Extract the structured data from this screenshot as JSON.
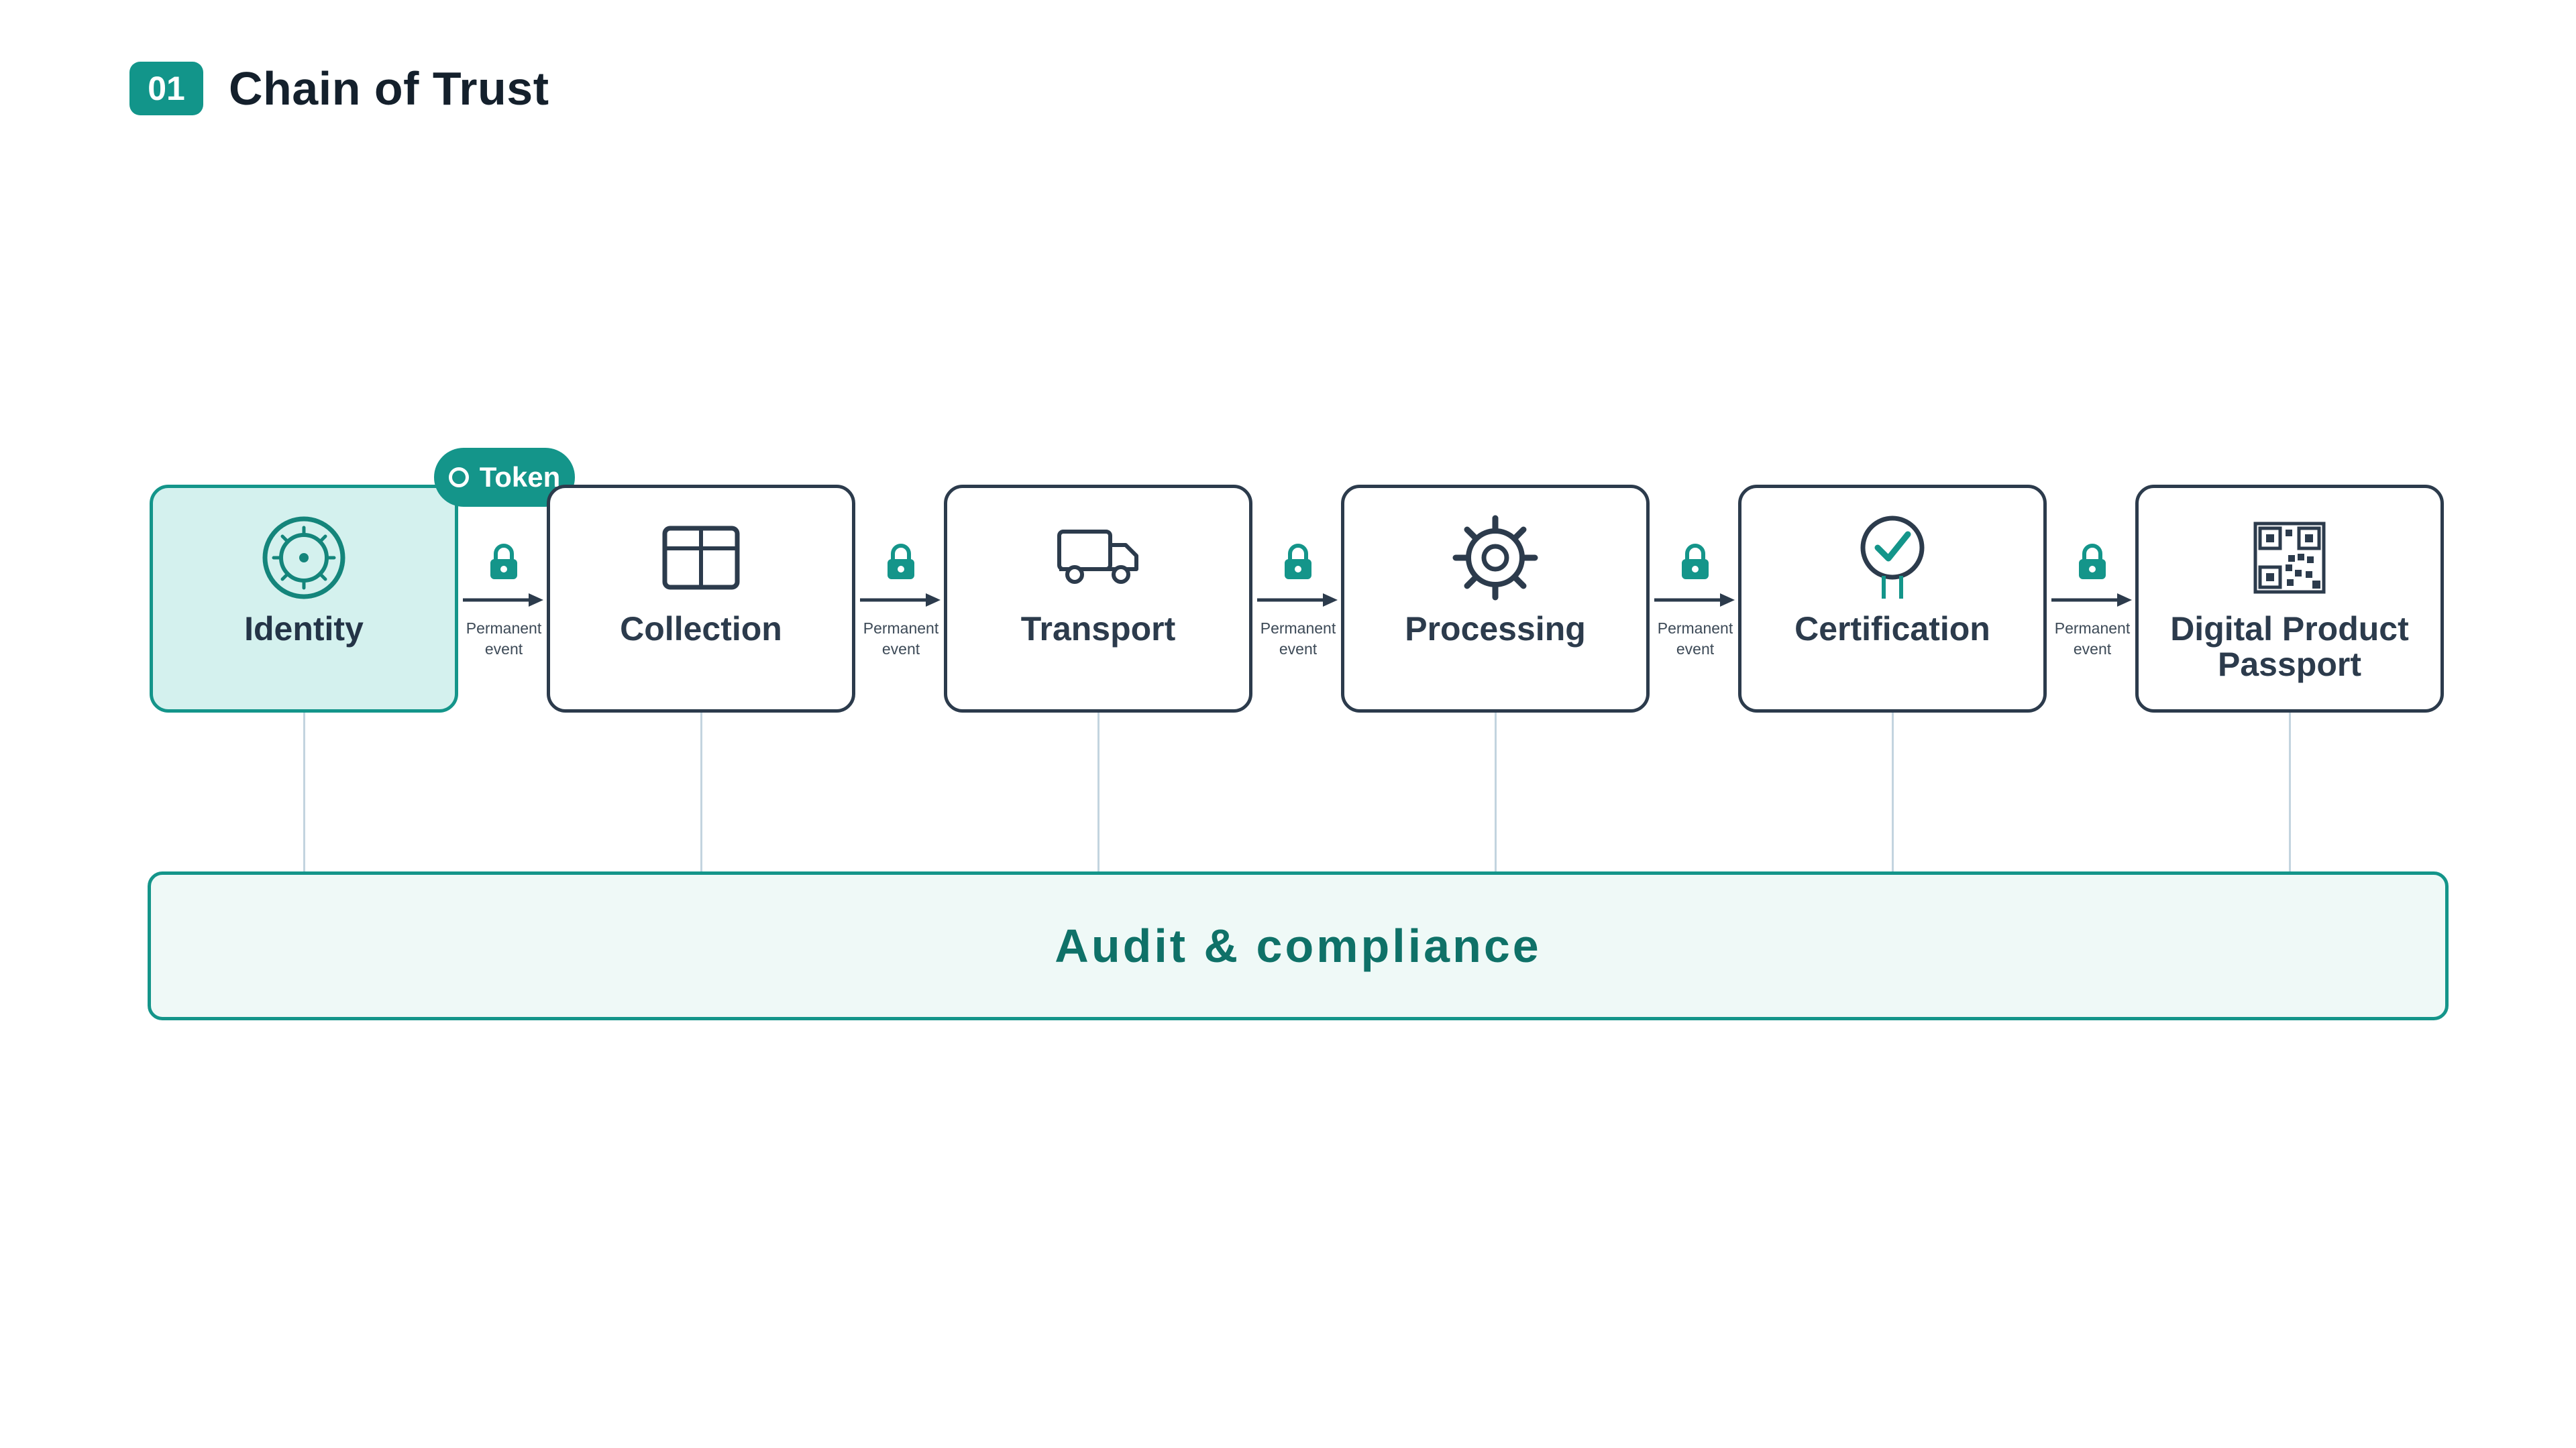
{
  "header": {
    "badge": "01",
    "title": "Chain of Trust"
  },
  "token": {
    "label": "Token"
  },
  "stages": [
    {
      "label": "Identity",
      "icon": "identity-seal-icon",
      "active": true
    },
    {
      "label": "Collection",
      "icon": "collection-grid-icon"
    },
    {
      "label": "Transport",
      "icon": "truck-icon"
    },
    {
      "label": "Processing",
      "icon": "gear-icon"
    },
    {
      "label": "Certification",
      "icon": "certificate-check-icon"
    },
    {
      "label": "Digital Product Passport",
      "icon": "qr-code-icon"
    }
  ],
  "links": [
    {
      "caption": "Permanent event",
      "icon": "lock-icon"
    },
    {
      "caption": "Permanent event",
      "icon": "lock-icon"
    },
    {
      "caption": "Permanent event",
      "icon": "lock-icon"
    },
    {
      "caption": "Permanent event",
      "icon": "lock-icon"
    },
    {
      "caption": "Permanent event",
      "icon": "lock-icon"
    }
  ],
  "audit": {
    "label": "Audit & compliance"
  },
  "colors": {
    "accent": "#14958a",
    "dark": "#2c3b4c",
    "active_fill": "#d4f1ee",
    "audit_fill": "#eff9f7",
    "connector": "#c3d4df"
  }
}
